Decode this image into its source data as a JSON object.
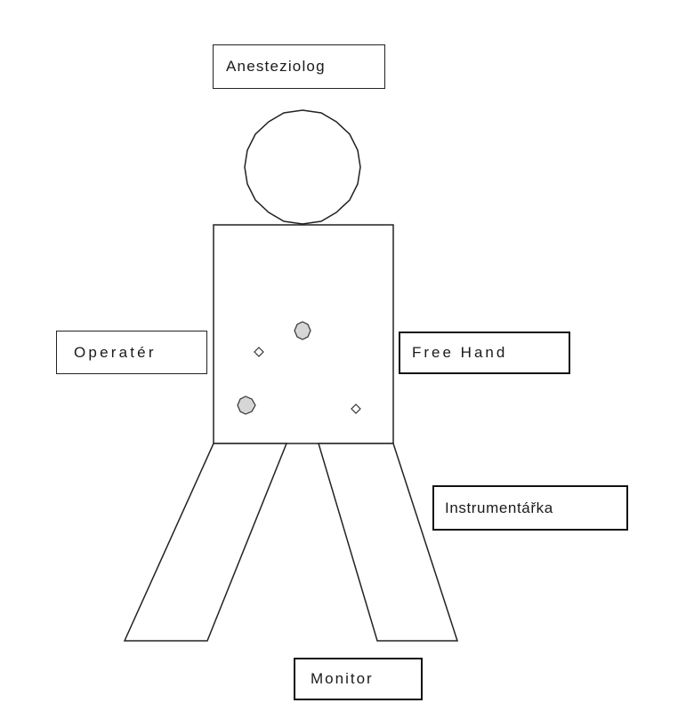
{
  "labels": {
    "anesteziolog": "Anesteziolog",
    "operater": "Operatér",
    "free_hand": "Free Hand",
    "instrumentarka": "Instrumentářka",
    "monitor": "Monitor"
  },
  "colors": {
    "outline": "#222222",
    "port_fill": "#d6d6d6",
    "background": "#ffffff"
  }
}
